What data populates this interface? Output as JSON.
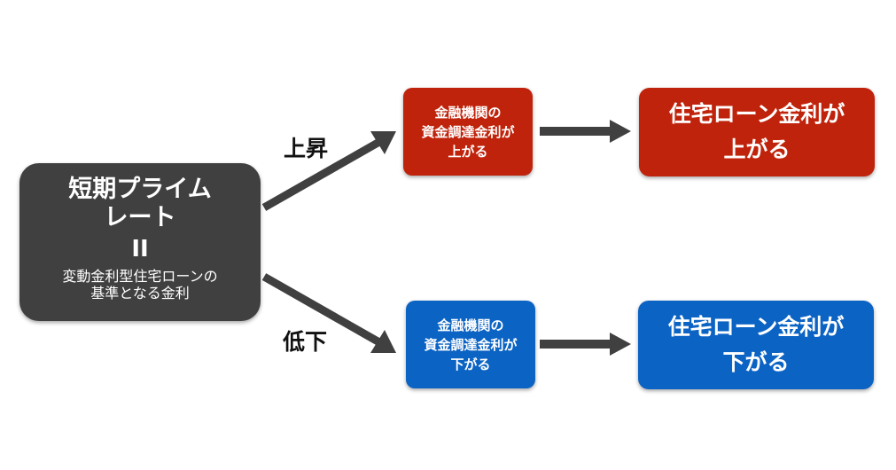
{
  "source": {
    "title_line1": "短期プライム",
    "title_line2": "レート",
    "equals": "II",
    "note_line1": "変動金利型住宅ローンの",
    "note_line2": "基準となる金利"
  },
  "rise": {
    "label": "上昇",
    "bank_line1": "金融機関の",
    "bank_line2": "資金調達金利が",
    "bank_line3": "上がる",
    "result_line1": "住宅ローン金利が",
    "result_line2": "上がる"
  },
  "fall": {
    "label": "低下",
    "bank_line1": "金融機関の",
    "bank_line2": "資金調達金利が",
    "bank_line3": "下がる",
    "result_line1": "住宅ローン金利が",
    "result_line2": "下がる"
  },
  "colors": {
    "source_box": "#404040",
    "rise": "#c0230b",
    "fall": "#0b63c4",
    "arrow": "#404040"
  }
}
